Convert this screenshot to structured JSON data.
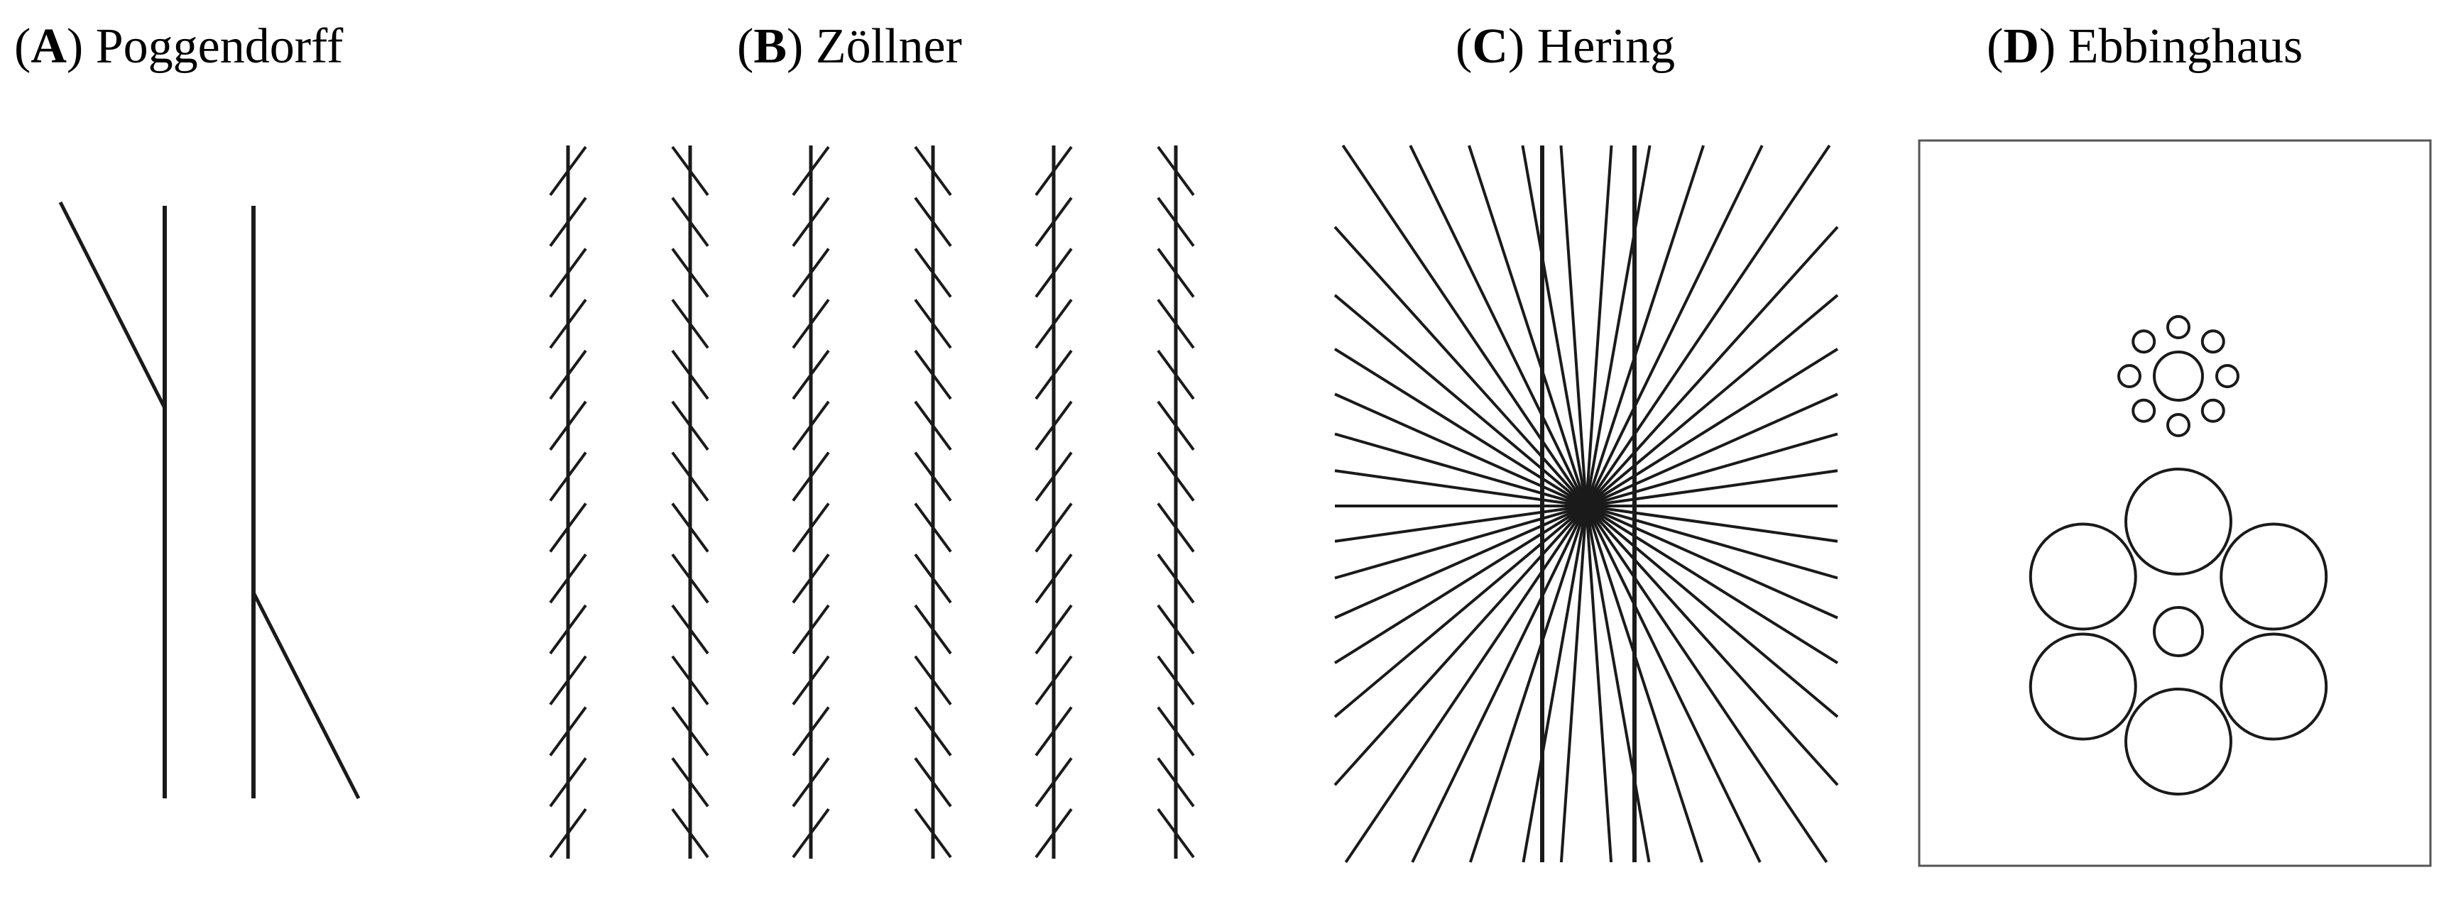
{
  "panels": {
    "a": {
      "letter": "A",
      "name": "Poggendorff"
    },
    "b": {
      "letter": "B",
      "name": "Zöllner"
    },
    "c": {
      "letter": "C",
      "name": "Hering"
    },
    "d": {
      "letter": "D",
      "name": "Ebbinghaus"
    }
  },
  "colors": {
    "ink": "#000000",
    "stroke": "#1a1a1a",
    "frame": "#555555",
    "background": "#ffffff"
  }
}
